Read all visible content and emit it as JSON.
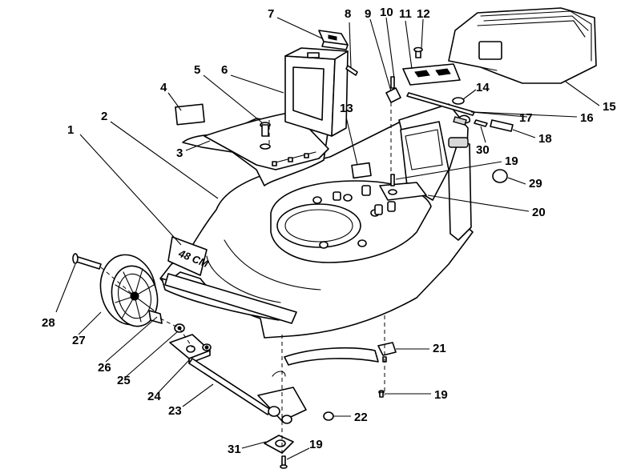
{
  "deck_marking": "48 CM",
  "callouts": [
    "1",
    "2",
    "3",
    "4",
    "5",
    "6",
    "7",
    "8",
    "9",
    "10",
    "11",
    "12",
    "13",
    "14",
    "15",
    "16",
    "17",
    "18",
    "19",
    "20",
    "21",
    "22",
    "23",
    "24",
    "25",
    "26",
    "27",
    "28",
    "29",
    "30",
    "31"
  ]
}
